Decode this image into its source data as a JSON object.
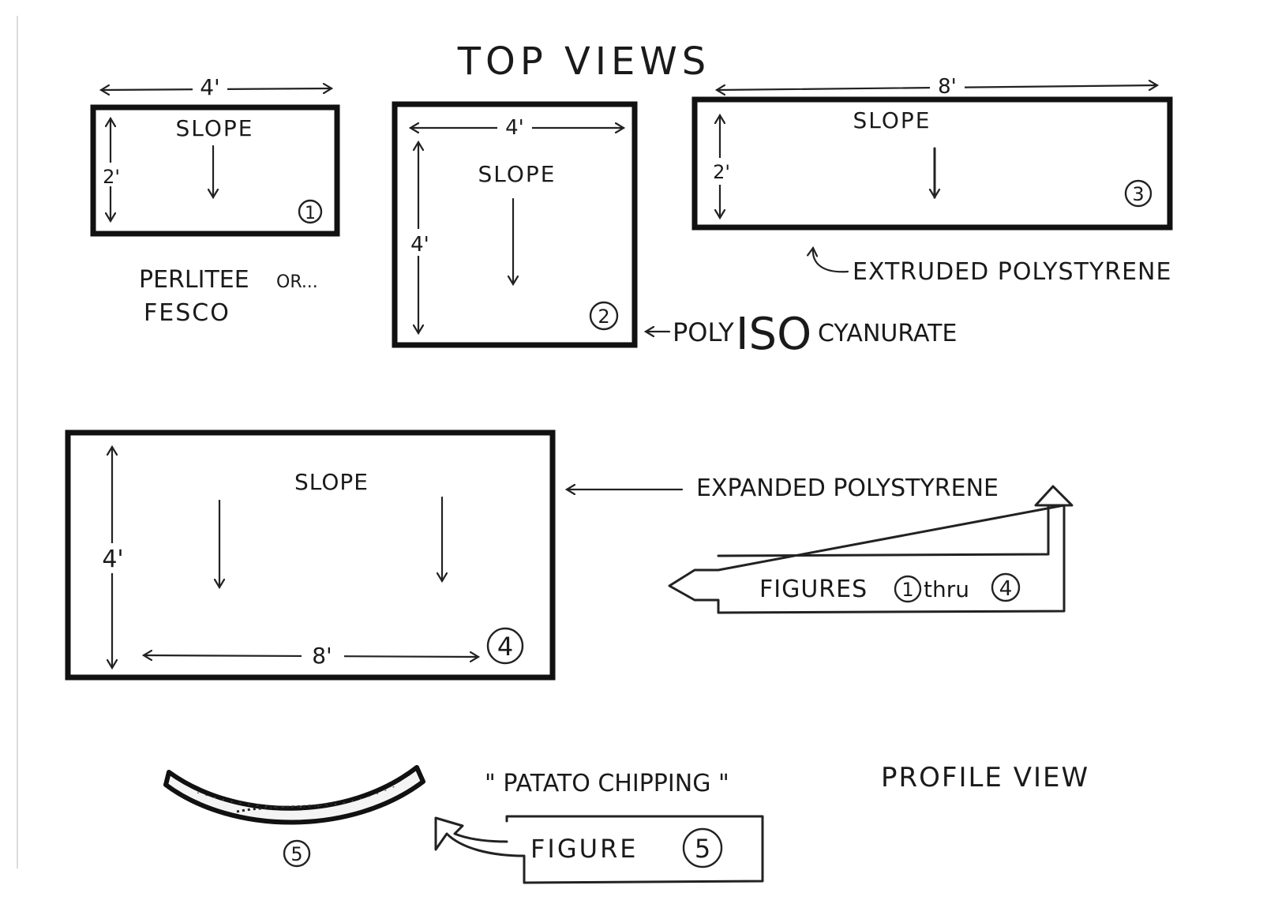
{
  "title": "TOP VIEWS",
  "figures": {
    "fig1": {
      "width_label": "4'",
      "height_label": "2'",
      "slope_label": "SLOPE",
      "number": "1",
      "material_line1": "PERLITEE",
      "material_or": "OR...",
      "material_line2": "FESCO"
    },
    "fig2": {
      "width_label": "4'",
      "height_label": "4'",
      "slope_label": "SLOPE",
      "number": "2",
      "material_pre": "POLY",
      "material_big": "ISO",
      "material_post": "CYANURATE"
    },
    "fig3": {
      "width_label": "8'",
      "height_label": "2'",
      "slope_label": "SLOPE",
      "number": "3",
      "material": "EXTRUDED POLYSTYRENE"
    },
    "fig4": {
      "width_label": "8'",
      "height_label": "4'",
      "slope_label": "SLOPE",
      "number": "4",
      "material": "EXPANDED POLYSTYRENE"
    },
    "fig5": {
      "number": "5",
      "quote": "\" PATATO CHIPPING \"",
      "view_label": "PROFILE VIEW"
    }
  },
  "callouts": {
    "figures_1_4": {
      "prefix": "FIGURES",
      "num_a": "1",
      "middle": "thru",
      "num_b": "4"
    },
    "figure_5": {
      "prefix": "FIGURE",
      "num": "5"
    }
  }
}
